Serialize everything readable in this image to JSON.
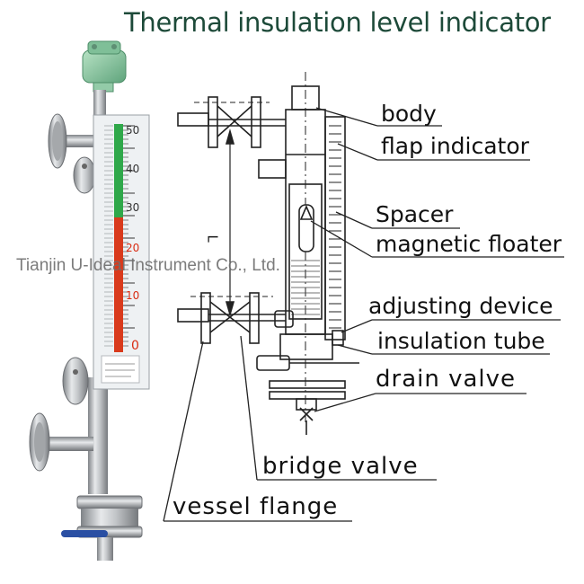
{
  "title": "Thermal insulation level indicator",
  "watermark": "Tianjin U-Ideal Instrument Co., Ltd.",
  "gauge_scale": [
    "50",
    "40",
    "30",
    "20",
    "10",
    "0"
  ],
  "labels": {
    "body": "body",
    "flap_indicator": "flap indicator",
    "spacer": "Spacer",
    "magnetic_floater": "magnetic floater",
    "adjusting_device": "adjusting device",
    "insulation_tube": "insulation tube",
    "drain_valve": "drain valve",
    "bridge_valve": "bridge valve",
    "vessel_flange": "vessel flange",
    "dimension_L": "L"
  },
  "colors": {
    "title": "#1d4a39",
    "gauge_green": "#2fa84a",
    "gauge_red": "#d93a1c",
    "junction_box": "#8cc9a3",
    "steel": "#b9bcc0",
    "valve_handle": "#2a4fa3"
  }
}
